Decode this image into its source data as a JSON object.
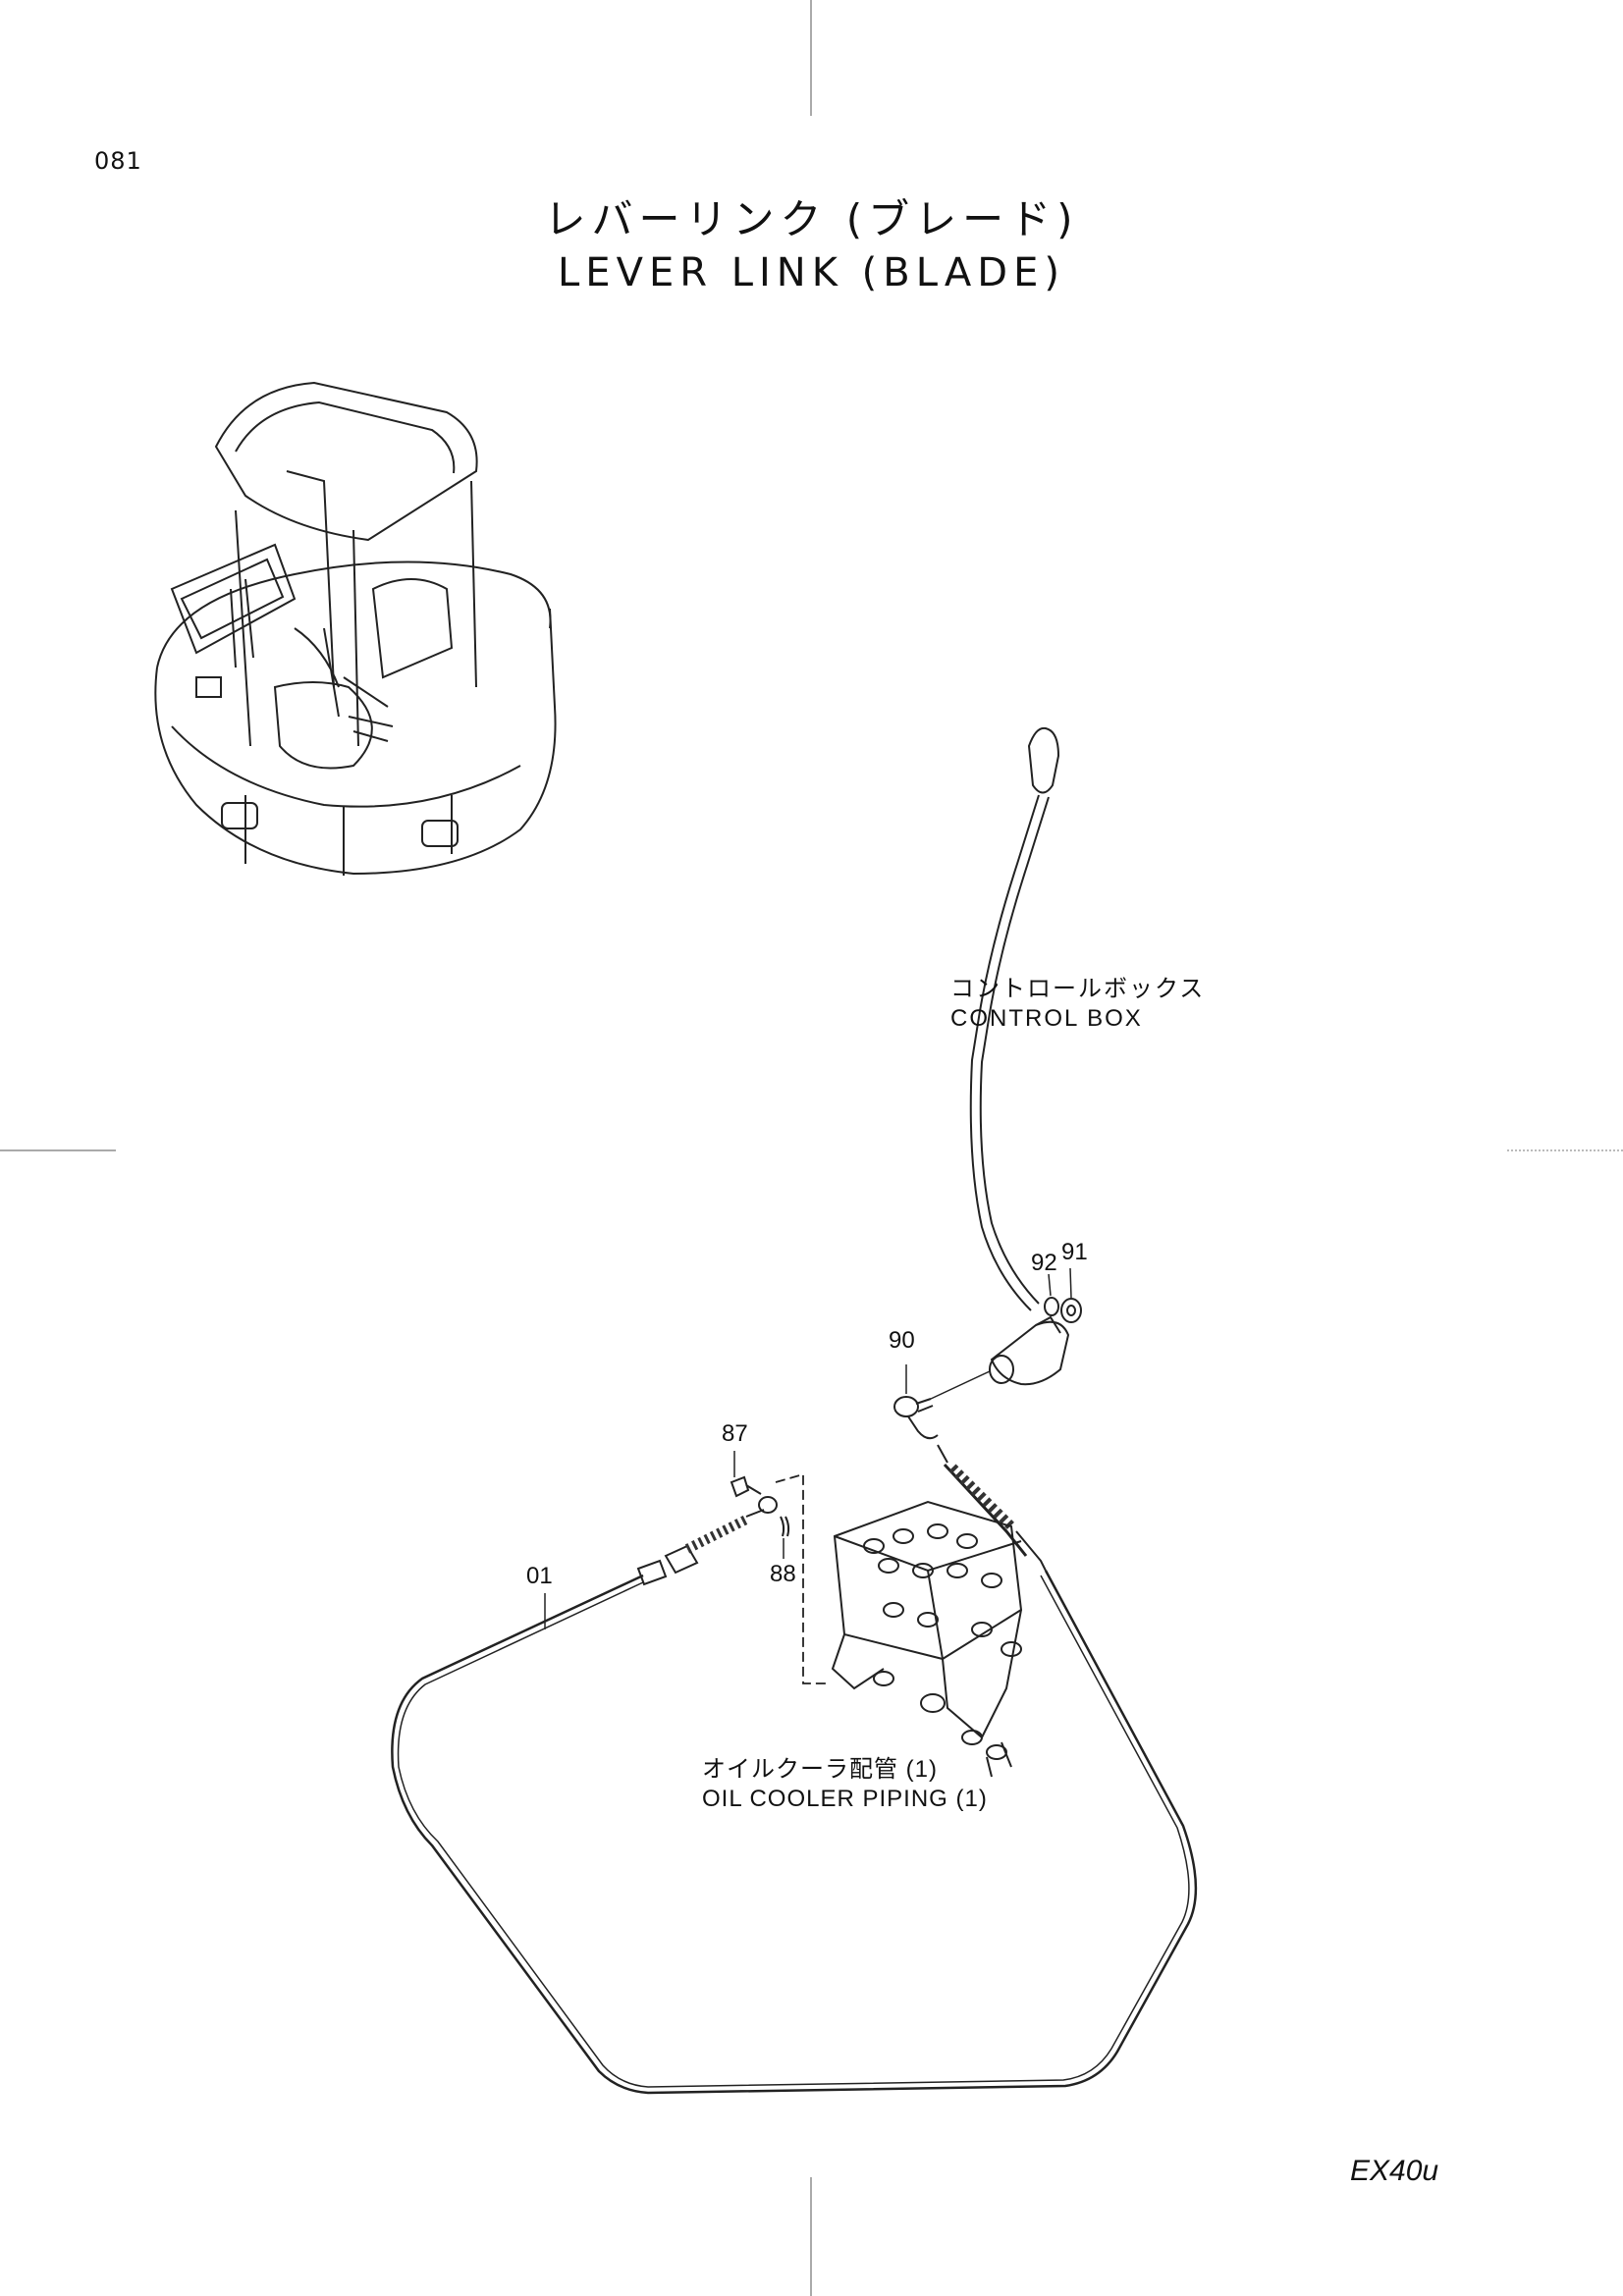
{
  "page_number": "081",
  "title": {
    "jp": "レバーリンク (ブレード)",
    "en": "LEVER LINK (BLADE)"
  },
  "model": "EX40u",
  "callouts": {
    "control_box": {
      "jp": "コントロールボックス",
      "en": "CONTROL BOX"
    },
    "oil_cooler": {
      "jp": "オイルクーラ配管 (1)",
      "en": "OIL COOLER PIPING (1)"
    }
  },
  "parts": [
    "01",
    "87",
    "88",
    "90",
    "91",
    "92"
  ]
}
